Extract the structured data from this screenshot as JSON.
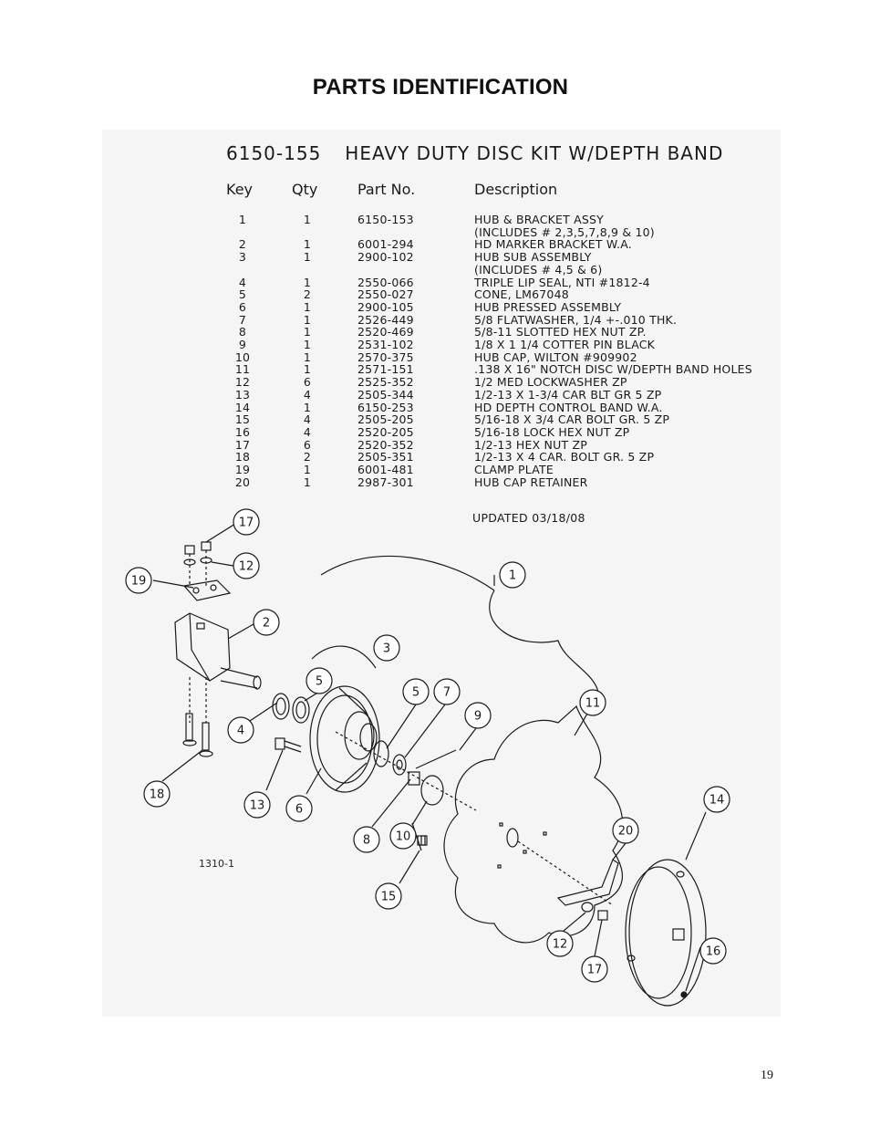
{
  "page": {
    "title": "PARTS IDENTIFICATION",
    "page_number": "19"
  },
  "kit": {
    "number": "6150-155",
    "name": "HEAVY DUTY DISC KIT W/DEPTH BAND"
  },
  "table": {
    "headers": {
      "key": "Key",
      "qty": "Qty",
      "part": "Part No.",
      "desc": "Description"
    },
    "rows": [
      {
        "key": "1",
        "qty": "1",
        "part": "6150-153",
        "desc": "HUB & BRACKET ASSY"
      },
      {
        "key": "",
        "qty": "",
        "part": "",
        "desc": "(INCLUDES # 2,3,5,7,8,9 & 10)"
      },
      {
        "key": "2",
        "qty": "1",
        "part": "6001-294",
        "desc": "HD MARKER BRACKET W.A."
      },
      {
        "key": "3",
        "qty": "1",
        "part": "2900-102",
        "desc": "HUB SUB ASSEMBLY"
      },
      {
        "key": "",
        "qty": "",
        "part": "",
        "desc": "(INCLUDES # 4,5 & 6)"
      },
      {
        "key": "4",
        "qty": "1",
        "part": "2550-066",
        "desc": "TRIPLE LIP SEAL, NTI #1812-4"
      },
      {
        "key": "5",
        "qty": "2",
        "part": "2550-027",
        "desc": "CONE, LM67048"
      },
      {
        "key": "6",
        "qty": "1",
        "part": "2900-105",
        "desc": "HUB PRESSED ASSEMBLY"
      },
      {
        "key": "7",
        "qty": "1",
        "part": "2526-449",
        "desc": "5/8 FLATWASHER, 1/4 +-.010 THK."
      },
      {
        "key": "8",
        "qty": "1",
        "part": "2520-469",
        "desc": "5/8-11 SLOTTED HEX NUT ZP."
      },
      {
        "key": "9",
        "qty": "1",
        "part": "2531-102",
        "desc": "1/8 X 1 1/4 COTTER PIN BLACK"
      },
      {
        "key": "10",
        "qty": "1",
        "part": "2570-375",
        "desc": "HUB CAP, WILTON #909902"
      },
      {
        "key": "11",
        "qty": "1",
        "part": "2571-151",
        "desc": ".138 X 16\" NOTCH DISC W/DEPTH BAND HOLES"
      },
      {
        "key": "12",
        "qty": "6",
        "part": "2525-352",
        "desc": "1/2 MED LOCKWASHER ZP"
      },
      {
        "key": "13",
        "qty": "4",
        "part": "2505-344",
        "desc": "1/2-13 X 1-3/4 CAR BLT GR 5 ZP"
      },
      {
        "key": "14",
        "qty": "1",
        "part": "6150-253",
        "desc": "HD DEPTH CONTROL BAND W.A."
      },
      {
        "key": "15",
        "qty": "4",
        "part": "2505-205",
        "desc": "5/16-18 X 3/4 CAR BOLT GR. 5 ZP"
      },
      {
        "key": "16",
        "qty": "4",
        "part": "2520-205",
        "desc": "5/16-18 LOCK HEX NUT ZP"
      },
      {
        "key": "17",
        "qty": "6",
        "part": "2520-352",
        "desc": "1/2-13 HEX NUT ZP"
      },
      {
        "key": "18",
        "qty": "2",
        "part": "2505-351",
        "desc": "1/2-13 X 4 CAR. BOLT GR. 5 ZP"
      },
      {
        "key": "19",
        "qty": "1",
        "part": "6001-481",
        "desc": "CLAMP PLATE"
      },
      {
        "key": "20",
        "qty": "1",
        "part": "2987-301",
        "desc": "HUB CAP RETAINER"
      }
    ]
  },
  "updated": "UPDATED 03/18/08",
  "drawing_code": "1310-1",
  "callouts": [
    {
      "label": "17"
    },
    {
      "label": "12"
    },
    {
      "label": "19"
    },
    {
      "label": "2"
    },
    {
      "label": "1"
    },
    {
      "label": "3"
    },
    {
      "label": "5"
    },
    {
      "label": "5"
    },
    {
      "label": "7"
    },
    {
      "label": "9"
    },
    {
      "label": "11"
    },
    {
      "label": "4"
    },
    {
      "label": "18"
    },
    {
      "label": "13"
    },
    {
      "label": "6"
    },
    {
      "label": "8"
    },
    {
      "label": "10"
    },
    {
      "label": "15"
    },
    {
      "label": "14"
    },
    {
      "label": "20"
    },
    {
      "label": "12"
    },
    {
      "label": "17"
    },
    {
      "label": "16"
    }
  ]
}
